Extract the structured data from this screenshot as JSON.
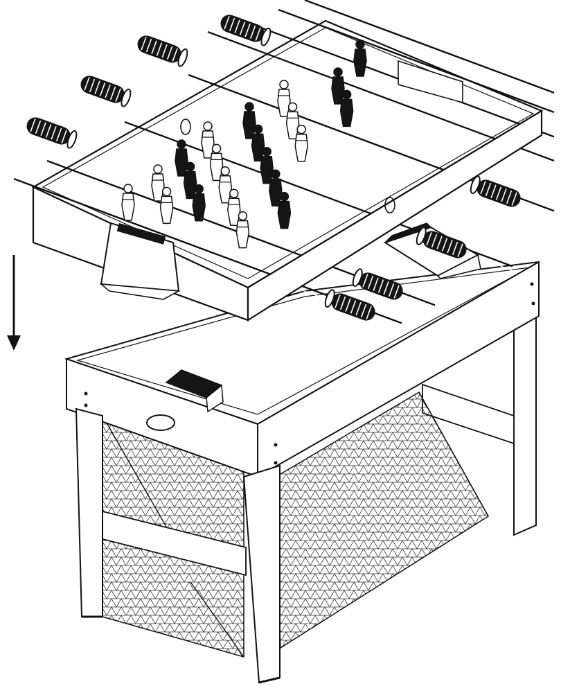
{
  "figure": {
    "subject": "foosball-table-top-being-lowered-onto-multi-game-base",
    "direction": "down"
  },
  "colors": {
    "ink": "#111111",
    "paper": "#ffffff",
    "player_dark": "#151515",
    "player_light": "#ffffff",
    "mesh": "#333333"
  },
  "foosball_top": {
    "rod_count": 8,
    "players_per_rod": [
      1,
      2,
      3,
      5,
      5,
      3,
      2,
      1
    ],
    "handle_style": "ribbed-grip"
  },
  "base_table": {
    "legs": 4,
    "panels": "triangular-mesh-sides"
  }
}
